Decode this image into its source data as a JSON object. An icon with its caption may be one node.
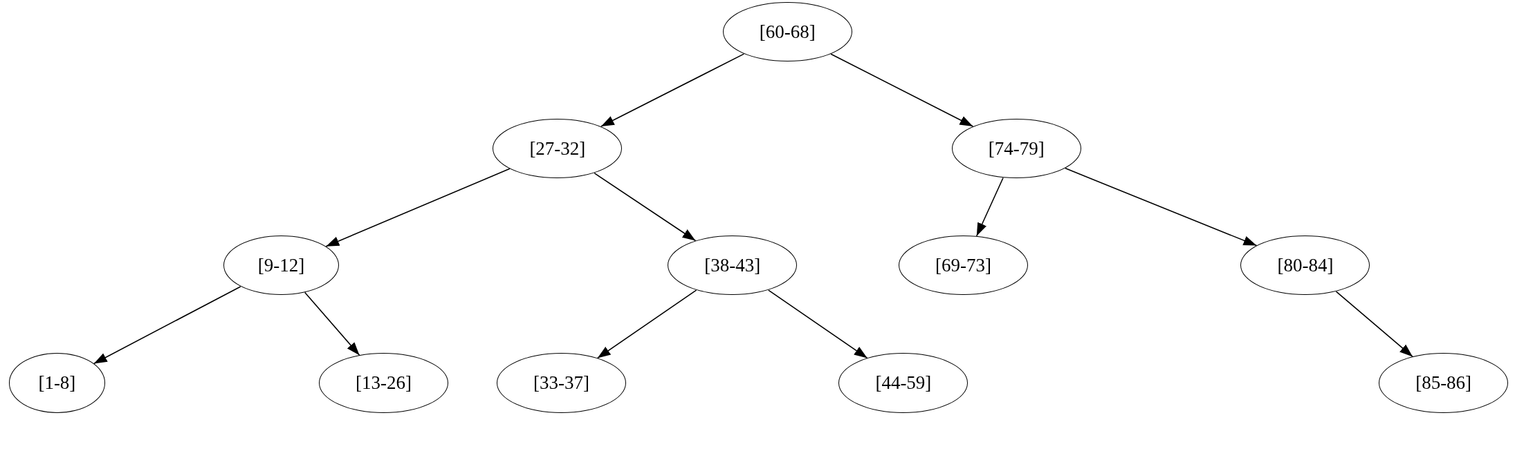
{
  "diagram": {
    "nodes": [
      {
        "text": [
          "[60-68]"
        ]
      },
      {
        "text": [
          "[27-32]"
        ]
      },
      {
        "text": [
          "[74-79]"
        ]
      },
      {
        "text": [
          "[9-12]"
        ]
      },
      {
        "text": [
          "[38-43]"
        ]
      },
      {
        "text": [
          "[69-73]"
        ]
      },
      {
        "text": [
          "[80-84]"
        ]
      },
      {
        "text": [
          "[1-8]"
        ]
      },
      {
        "text": [
          "[13-26]"
        ]
      },
      {
        "text": [
          "[33-37]"
        ]
      },
      {
        "text": [
          "[44-59]"
        ]
      },
      {
        "text": [
          "[85-86]"
        ]
      }
    ],
    "edges": [
      {
        "from": 0,
        "to": 1,
        "arrow": "to"
      },
      {
        "from": 0,
        "to": 2,
        "arrow": "to"
      },
      {
        "from": 1,
        "to": 3,
        "arrow": "to"
      },
      {
        "from": 1,
        "to": 4,
        "arrow": "to"
      },
      {
        "from": 2,
        "to": 5,
        "arrow": "to"
      },
      {
        "from": 2,
        "to": 6,
        "arrow": "to"
      },
      {
        "from": 3,
        "to": 7,
        "arrow": "to"
      },
      {
        "from": 3,
        "to": 8,
        "arrow": "to"
      },
      {
        "from": 4,
        "to": 9,
        "arrow": "to"
      },
      {
        "from": 4,
        "to": 10,
        "arrow": "to"
      },
      {
        "from": 6,
        "to": 11,
        "arrow": "to"
      }
    ]
  }
}
